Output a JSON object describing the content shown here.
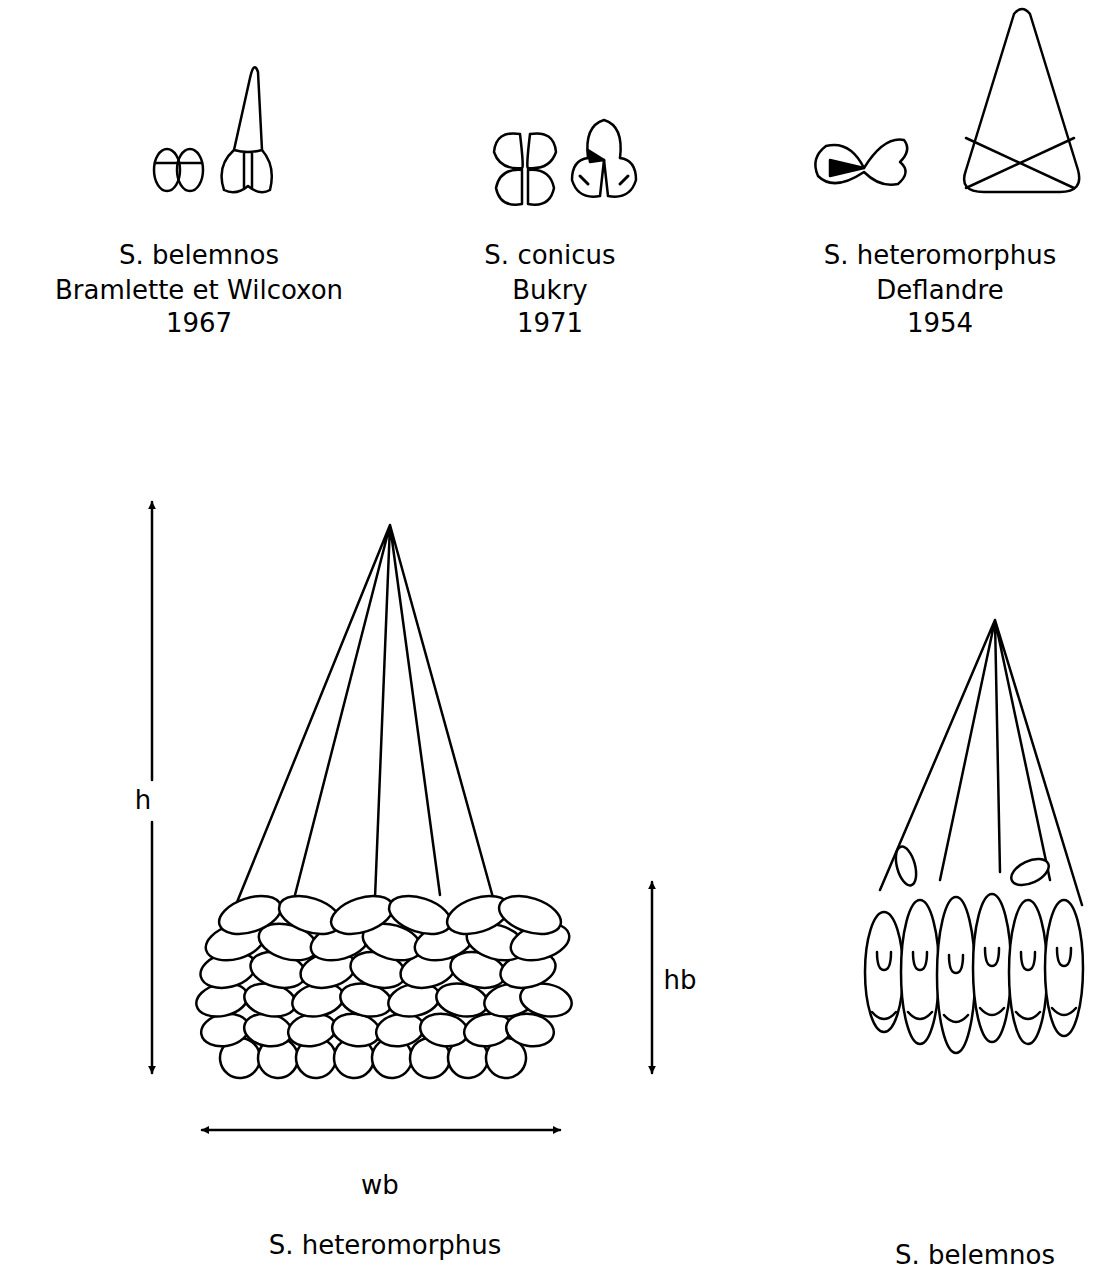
{
  "diagram": {
    "labels": [
      "S. belemnos",
      "Bramlette et Wilcoxon",
      "1967",
      "S. conicus",
      "Bukry",
      "1971",
      "S. heteromorphus",
      "Deflandre",
      "1954",
      "h",
      "hb",
      "wb",
      "S. heteromorphus",
      "S. belemnos"
    ]
  }
}
